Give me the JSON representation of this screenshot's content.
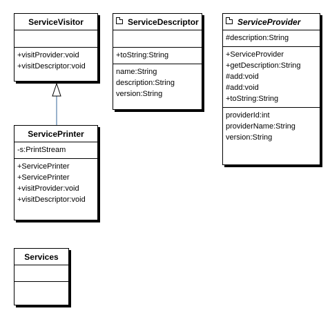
{
  "service_visitor": {
    "name": "ServiceVisitor",
    "attributes": [],
    "operations": [
      "+visitProvider:void",
      "+visitDescriptor:void"
    ]
  },
  "service_descriptor": {
    "name": "ServiceDescriptor",
    "operations": [
      "+toString:String"
    ],
    "properties": [
      "name:String",
      "description:String",
      "version:String"
    ]
  },
  "service_provider": {
    "name": "ServiceProvider",
    "attributes": [
      "#description:String"
    ],
    "operations": [
      "+ServiceProvider",
      "+getDescription:String",
      "#add:void",
      "#add:void",
      "+toString:String"
    ],
    "properties": [
      "providerId:int",
      "providerName:String",
      "version:String"
    ]
  },
  "service_printer": {
    "name": "ServicePrinter",
    "attributes": [
      "-s:PrintStream"
    ],
    "operations": [
      "+ServicePrinter",
      "+ServicePrinter",
      "+visitProvider:void",
      "+visitDescriptor:void"
    ]
  },
  "services": {
    "name": "Services"
  }
}
